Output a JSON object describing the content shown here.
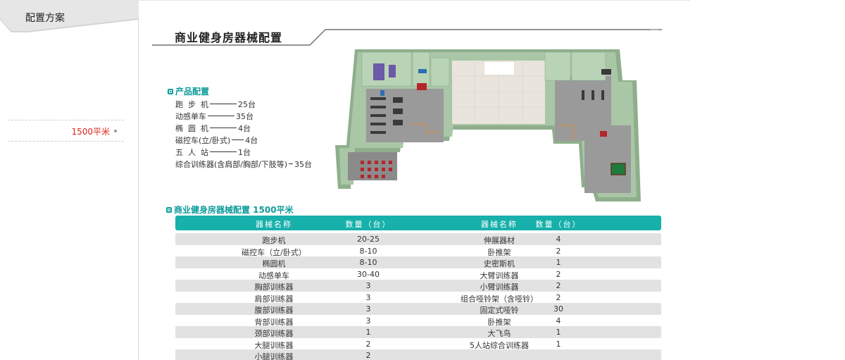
{
  "sidebar": {
    "tab_label": "配置方案",
    "items": [
      {
        "label": "1500平米"
      }
    ]
  },
  "header": {
    "title": "商业健身房器械配置"
  },
  "product_config": {
    "heading": "产品配置",
    "items": [
      {
        "name": "跑  步  机",
        "line": 38,
        "value": "25台"
      },
      {
        "name": "动感单车",
        "line": 38,
        "value": "35台"
      },
      {
        "name": "椭  圆  机",
        "line": 38,
        "value": "4台"
      },
      {
        "name": "磁控车(立/卧式)",
        "line": 17,
        "value": "4台"
      },
      {
        "name": "五  人  站",
        "line": 38,
        "value": "1台"
      },
      {
        "name": "综合训练器(含肩部/胸部/下肢等)",
        "line": 6,
        "value": "35台"
      }
    ]
  },
  "table_section": {
    "heading": "商业健身房器械配置 1500平米",
    "columns": [
      "器械名称",
      "数量（台）",
      "器械名称",
      "数量（台）"
    ],
    "rows": [
      [
        "跑步机",
        "20-25",
        "伸展器材",
        "4"
      ],
      [
        "磁控车（立/卧式）",
        "8-10",
        "卧推架",
        "2"
      ],
      [
        "椭圆机",
        "8-10",
        "史密斯机",
        "1"
      ],
      [
        "动感单车",
        "30-40",
        "大臂训练器",
        "2"
      ],
      [
        "胸部训练器",
        "3",
        "小臂训练器",
        "2"
      ],
      [
        "肩部训练器",
        "3",
        "组合哑铃架（含哑铃）",
        "2"
      ],
      [
        "腹部训练器",
        "3",
        "固定式哑铃",
        "30"
      ],
      [
        "背部训练器",
        "3",
        "卧推架",
        "4"
      ],
      [
        "颈部训练器",
        "1",
        "大飞鸟",
        "1"
      ],
      [
        "大腿训练器",
        "2",
        "5人站综合训练器",
        "1"
      ],
      [
        "小腿训练器",
        "2",
        "",
        ""
      ]
    ]
  },
  "colors": {
    "accent": "#17b0ab",
    "accent_text": "#0e9b9b",
    "sidebar_active": "#e0241b",
    "row_stripe": "#e2e2e2",
    "floor_wall": "#a9c6a6",
    "floor": "#9a9a9a"
  }
}
